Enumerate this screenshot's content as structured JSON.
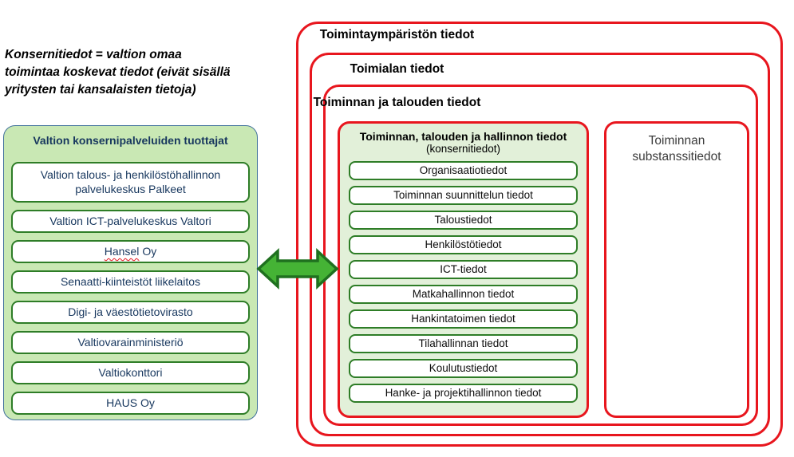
{
  "note": {
    "lines": [
      "Konsernitiedot = valtion omaa",
      "toimintaa koskevat tiedot (eivät sisällä",
      "yritysten tai kansalaisten tietoja)"
    ]
  },
  "left_panel": {
    "title": "Valtion konsernipalveluiden tuottajat",
    "items": [
      "Valtion talous- ja henkilöstöhallinnon palvelukeskus Palkeet",
      "Valtion ICT-palvelukeskus Valtori",
      [
        "Hansel",
        "Oy"
      ],
      "Senaatti-kiinteistöt liikelaitos",
      "Digi- ja väestötietovirasto",
      "Valtiovarainministeriö",
      "Valtiokonttori",
      "HAUS Oy"
    ]
  },
  "rings": {
    "outer": "Toimintaympäristön tiedot",
    "middle": "Toimialan tiedot",
    "inner": "Toiminnan ja talouden tiedot"
  },
  "konserni_box": {
    "title": "Toiminnan, talouden ja hallinnon tiedot",
    "subtitle": "(konsernitiedot)",
    "items": [
      "Organisaatiotiedot",
      "Toiminnan suunnittelun tiedot",
      "Taloustiedot",
      "Henkilöstötiedot",
      "ICT-tiedot",
      "Matkahallinnon tiedot",
      "Hankintatoimen tiedot",
      "Tilahallinnan tiedot",
      "Koulutustiedot",
      "Hanke- ja projektihallinnon tiedot"
    ]
  },
  "substanssi_box": {
    "label": "Toiminnan substanssitiedot"
  },
  "colors": {
    "ring_red": "#e8161e",
    "item_border_green": "#2e7d27",
    "left_panel_fill": "#c9e8b4",
    "left_panel_border": "#41719c",
    "konserni_fill": "#e2f0d9",
    "navy_text": "#17375e",
    "arrow_fill": "#45b335",
    "arrow_stroke": "#1f701f"
  }
}
